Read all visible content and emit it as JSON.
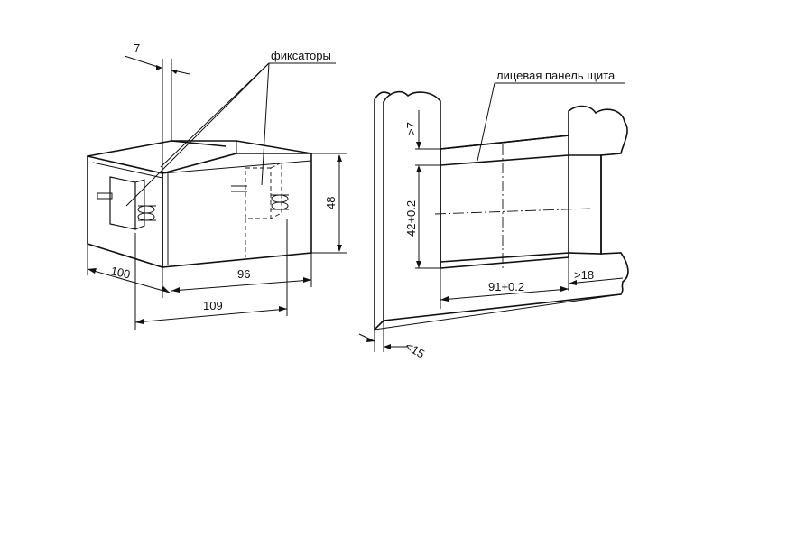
{
  "labels": {
    "latches": "фиксаторы",
    "front_panel": "лицевая панель щита"
  },
  "dimensions": {
    "flange_thickness": "7",
    "body_depth": "100",
    "front_width": "96",
    "total_depth": "109",
    "front_height": "48",
    "panel_min_top": ">7",
    "cutout_height": "42+0.2",
    "cutout_width": "91+0.2",
    "panel_min_side": ">18",
    "panel_max_thickness": "<15"
  }
}
